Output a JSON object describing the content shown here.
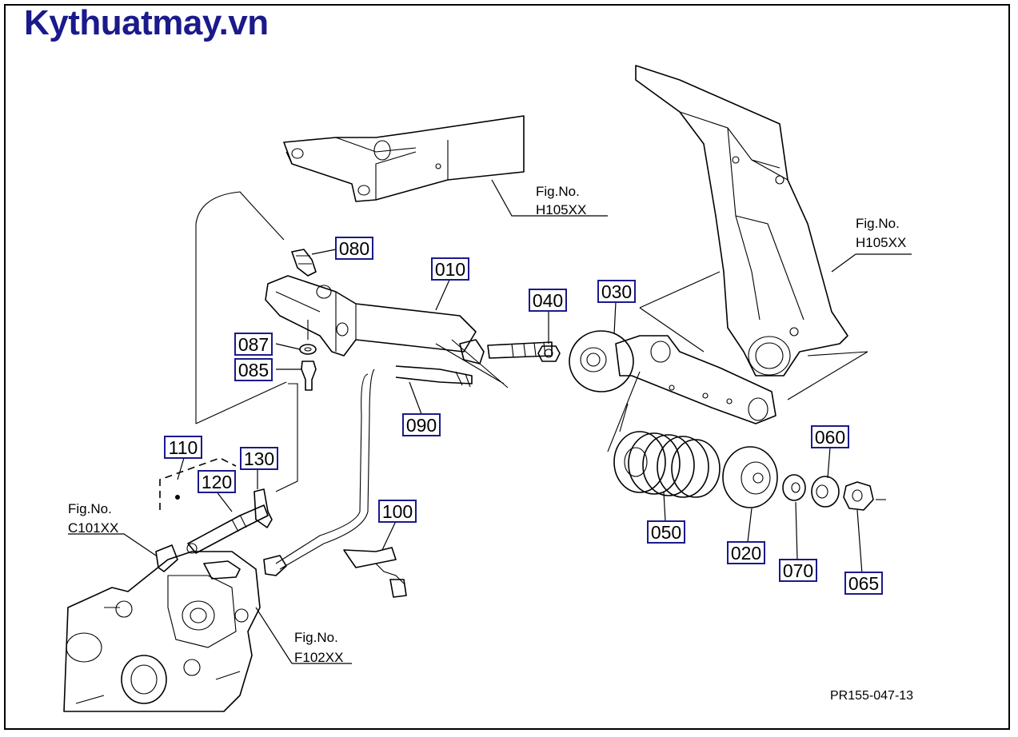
{
  "site_title": "Kythuatmay.vn",
  "drawing_code": "PR155-047-13",
  "part_numbers": {
    "p010": "010",
    "p020": "020",
    "p030": "030",
    "p040": "040",
    "p050": "050",
    "p060": "060",
    "p065": "065",
    "p070": "070",
    "p080": "080",
    "p085": "085",
    "p087": "087",
    "p090": "090",
    "p100": "100",
    "p110": "110",
    "p120": "120",
    "p130": "130"
  },
  "figure_refs": {
    "h105_top": {
      "line1": "Fig.No.",
      "line2": "H105XX"
    },
    "h105_right": {
      "line1": "Fig.No.",
      "line2": "H105XX"
    },
    "c101": {
      "line1": "Fig.No.",
      "line2": "C101XX"
    },
    "f102": {
      "line1": "Fig.No.",
      "line2": "F102XX"
    }
  }
}
